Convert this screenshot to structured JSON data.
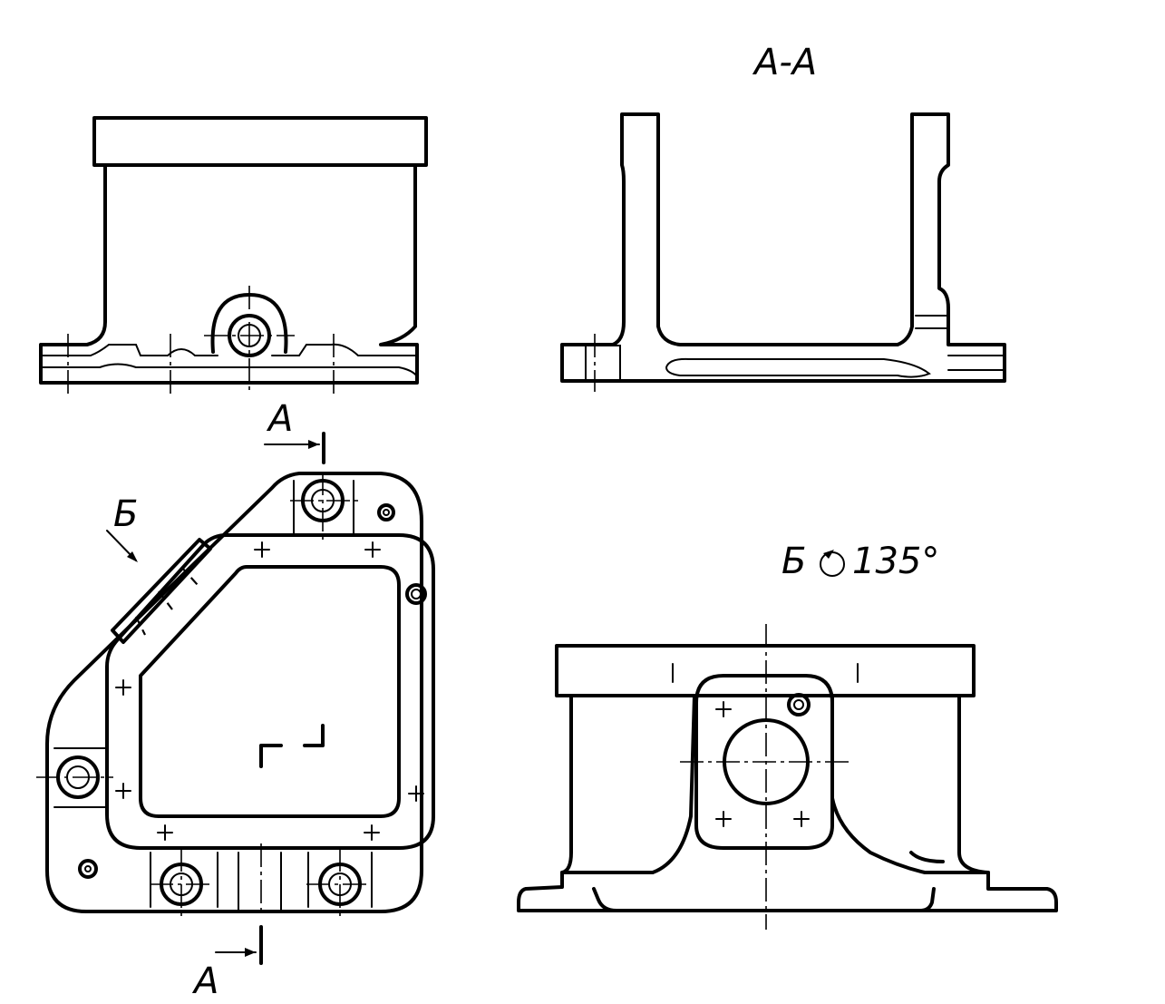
{
  "labels": {
    "section_title": "А-А",
    "section_mark_top": "А",
    "section_mark_bottom": "А",
    "view_mark": "Б",
    "view_title_letter": "Б",
    "view_title_angle": "135°"
  }
}
